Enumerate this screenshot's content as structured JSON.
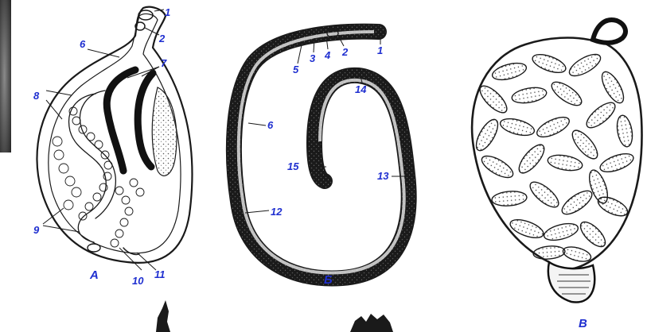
{
  "panels": [
    {
      "id": "A",
      "label": "А"
    },
    {
      "id": "B",
      "label": "Б"
    },
    {
      "id": "V",
      "label": "В"
    }
  ],
  "callouts": {
    "A": [
      "1",
      "2",
      "6",
      "7",
      "8",
      "9",
      "10",
      "11"
    ],
    "B": [
      "1",
      "2",
      "4",
      "3",
      "5",
      "6",
      "14",
      "15",
      "13",
      "12"
    ]
  },
  "colors": {
    "label": "#1f2fd0",
    "ink": "#1a1a1a",
    "photo": "#3a3a3a"
  }
}
